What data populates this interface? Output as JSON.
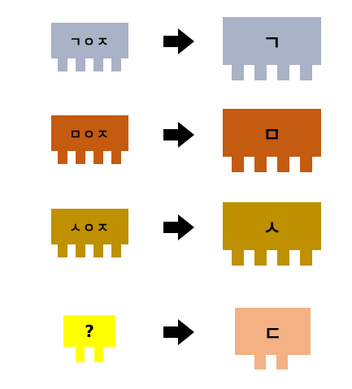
{
  "rows": [
    {
      "left": {
        "text": "ㄱㅇㅈ",
        "color": "#a9b2c6",
        "teeth": 4
      },
      "right": {
        "text": "ㄱ",
        "color": "#a9b2c6",
        "teeth": 4
      }
    },
    {
      "left": {
        "text": "ㅁㅇㅈ",
        "color": "#c55a11",
        "teeth": 4
      },
      "right": {
        "text": "ㅁ",
        "color": "#c55a11",
        "teeth": 4
      }
    },
    {
      "left": {
        "text": "ㅅㅇㅈ",
        "color": "#bf9000",
        "teeth": 4
      },
      "right": {
        "text": "ㅅ",
        "color": "#bf9000",
        "teeth": 4
      }
    },
    {
      "left": {
        "text": "?",
        "color": "#ffff00",
        "teeth": 2
      },
      "right": {
        "text": "ㄷ",
        "color": "#f4b183",
        "teeth": 2
      }
    }
  ],
  "arrow_icon": "right-arrow-icon"
}
